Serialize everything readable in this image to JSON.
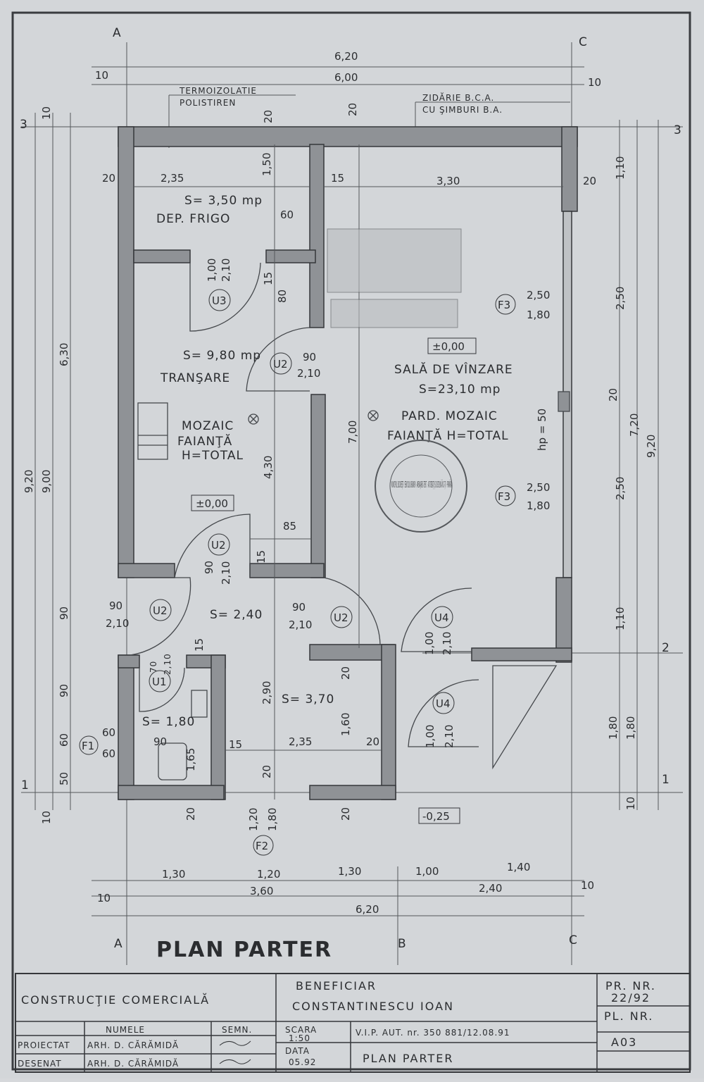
{
  "grid_axes": {
    "a": "A",
    "b": "B",
    "c": "C",
    "r1": "1",
    "r2": "2",
    "r3": "3"
  },
  "dimensions": {
    "top_overall": "6,20",
    "top_inner": "6,00",
    "top_left_10": "10",
    "top_right_10": "10",
    "left_9_20": "9,20",
    "left_9_00": "9,00",
    "left_6_30": "6,30",
    "left_10_top": "10",
    "left_10_bot": "10",
    "left_90_a": "90",
    "left_90_b": "90",
    "left_60": "60",
    "left_50": "50",
    "right_1_10_top": "1,10",
    "right_2_50_a": "2,50",
    "right_20": "20",
    "right_7_20": "7,20",
    "right_9_20": "9,20",
    "right_2_50_b": "2,50",
    "right_1_10_mid": "1,10",
    "right_1_80_a": "1,80",
    "right_1_80_b": "1,80",
    "right_10": "10",
    "bottom_1_30_a": "1,30",
    "bottom_1_20": "1,20",
    "bottom_1_30_b": "1,30",
    "bottom_1_00": "1,00",
    "bottom_1_40": "1,40",
    "bottom_3_60": "3,60",
    "bottom_2_40": "2,40",
    "bottom_6_20": "6,20",
    "bottom_10_l": "10",
    "bottom_10_r": "10",
    "in_20_a": "20",
    "in_20_b": "20",
    "in_20_c": "20",
    "in_2_35_a": "2,35",
    "in_1_50": "1,50",
    "in_15_a": "15",
    "in_3_30": "3,30",
    "in_20_d": "20",
    "in_60": "60",
    "in_80": "80",
    "in_15_b": "15",
    "in_4_30": "4,30",
    "in_7_00": "7,00",
    "in_85": "85",
    "in_15_c": "15",
    "in_15_d": "15",
    "in_2_90": "2,90",
    "in_20_e": "20",
    "in_1_60": "1,60",
    "in_20_f": "20",
    "in_15_e": "15",
    "in_2_35_b": "2,35",
    "in_1_65": "1,65",
    "in_20_g": "20",
    "in_20_h": "20",
    "in_20_i": "20",
    "in_1_20": "1,20",
    "in_1_80": "1,80",
    "in_hp": "hp = 50",
    "w_60_a": "60",
    "w_60_b": "60",
    "w_90": "90"
  },
  "annotations": {
    "termo_1": "TERMOIZOLATIE",
    "termo_2": "POLISTIREN",
    "zid_1": "ZIDĂRIE B.C.A.",
    "zid_2": "CU ŞIMBURI B.A.",
    "level_1": "±0,00",
    "level_2": "±0,00",
    "level_3": "-0,25"
  },
  "rooms": {
    "frigo_area": "S= 3,50 mp",
    "frigo_name": "DEP. FRIGO",
    "transare_area": "S= 9,80 mp",
    "transare_name": "TRANŞARE",
    "transare_f1": "MOZAIC",
    "transare_f2": "FAIANŢĂ",
    "transare_f3": "H=TOTAL",
    "sala_name": "SALĂ DE VÎNZARE",
    "sala_area": "S=23,10 mp",
    "sala_f1": "PARD. MOZAIC",
    "sala_f2": "FAIANŢĂ H=TOTAL",
    "hall_area": "S= 2,40",
    "wc_area": "S= 1,80",
    "store_area": "S= 3,70"
  },
  "doors": {
    "u1": "U1",
    "u1_w": "70",
    "u1_h": "2,10",
    "u2": "U2",
    "u2_w": "90",
    "u2_h": "2,10",
    "u3": "U3",
    "u3_w": "1,00",
    "u3_h": "2,10",
    "u4": "U4",
    "u4_w": "1,00",
    "u4_h": "2,10"
  },
  "windows": {
    "f1": "F1",
    "f2": "F2",
    "f2_w": "1,20",
    "f2_h": "1,80",
    "f3": "F3",
    "f3_w": "2,50",
    "f3_h": "1,80"
  },
  "stamps": {
    "round": "MUNICIPIUL BUCUREŞTI · SERVICIUL URBANISM · AMENAJAREA TERIT. · AUTORIZAŢII ŞI DISCIPLINĂ ÎN C-ŢII · PRIMĂRIA"
  },
  "title": "PLAN PARTER",
  "title_block": {
    "project": "CONSTRUCŢIE COMERCIALĂ",
    "beneficiar_label": "BENEFICIAR",
    "beneficiar": "CONSTANTINESCU IOAN",
    "pr_nr_label": "PR. NR.",
    "pr_nr": "22/92",
    "numele": "NUMELE",
    "semn": "SEMN.",
    "scara_label": "SCARA",
    "scara": "1:50",
    "auth": "V.I.P. AUT. nr. 350 881/12.08.91",
    "pl_nr_label": "PL. NR.",
    "pl_nr": "A03",
    "proiectat": "PROIECTAT",
    "desenat": "DESENAT",
    "proiectat_name": "ARH. D. CĂRĂMIDĂ",
    "desenat_name": "ARH. D. CĂRĂMIDĂ",
    "data_label": "DATA",
    "data": "05.92",
    "sheet_name": "PLAN PARTER"
  }
}
